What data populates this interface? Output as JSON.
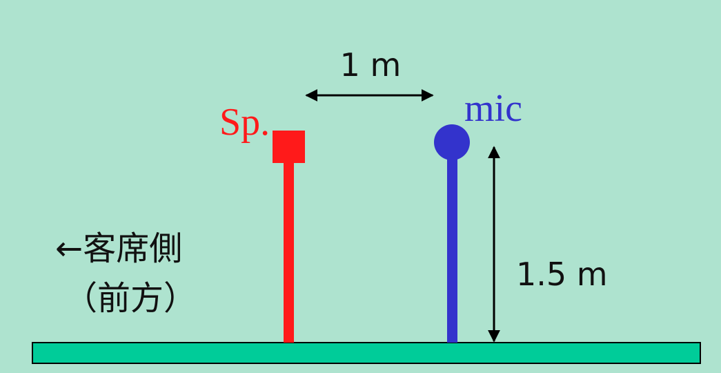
{
  "labels": {
    "distance": "1 m",
    "speaker": "Sp.",
    "mic": "mic",
    "height": "1.5 m",
    "audience_side": "←客席側",
    "front": "（前方）"
  },
  "colors": {
    "background": "#aee3cf",
    "floor": "#00cc99",
    "speaker": "#ff1a1a",
    "mic": "#3333cc",
    "arrow": "#000000"
  }
}
